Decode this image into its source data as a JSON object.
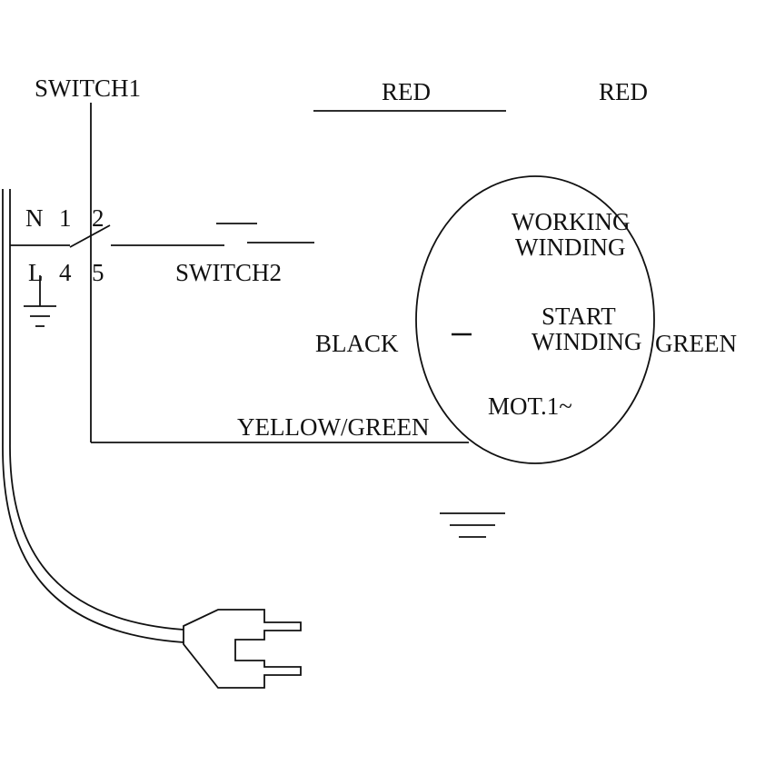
{
  "diagram": {
    "type": "motor-wiring-diagram",
    "labels": {
      "switch1": "SWITCH1",
      "switch2": "SWITCH2",
      "red_top": "RED",
      "red_right": "RED",
      "terminals_top": [
        "N",
        "1",
        "2"
      ],
      "terminals_bottom": [
        "L",
        "4",
        "5"
      ],
      "working_winding": [
        "WORKING",
        "WINDING"
      ],
      "start_winding": [
        "START",
        "WINDING"
      ],
      "black": "BLACK",
      "green": "GREEN",
      "yellow_green": "YELLOW/GREEN",
      "motor": "MOT.1~"
    },
    "colors": {
      "line": "#111111",
      "background": "#ffffff"
    }
  }
}
